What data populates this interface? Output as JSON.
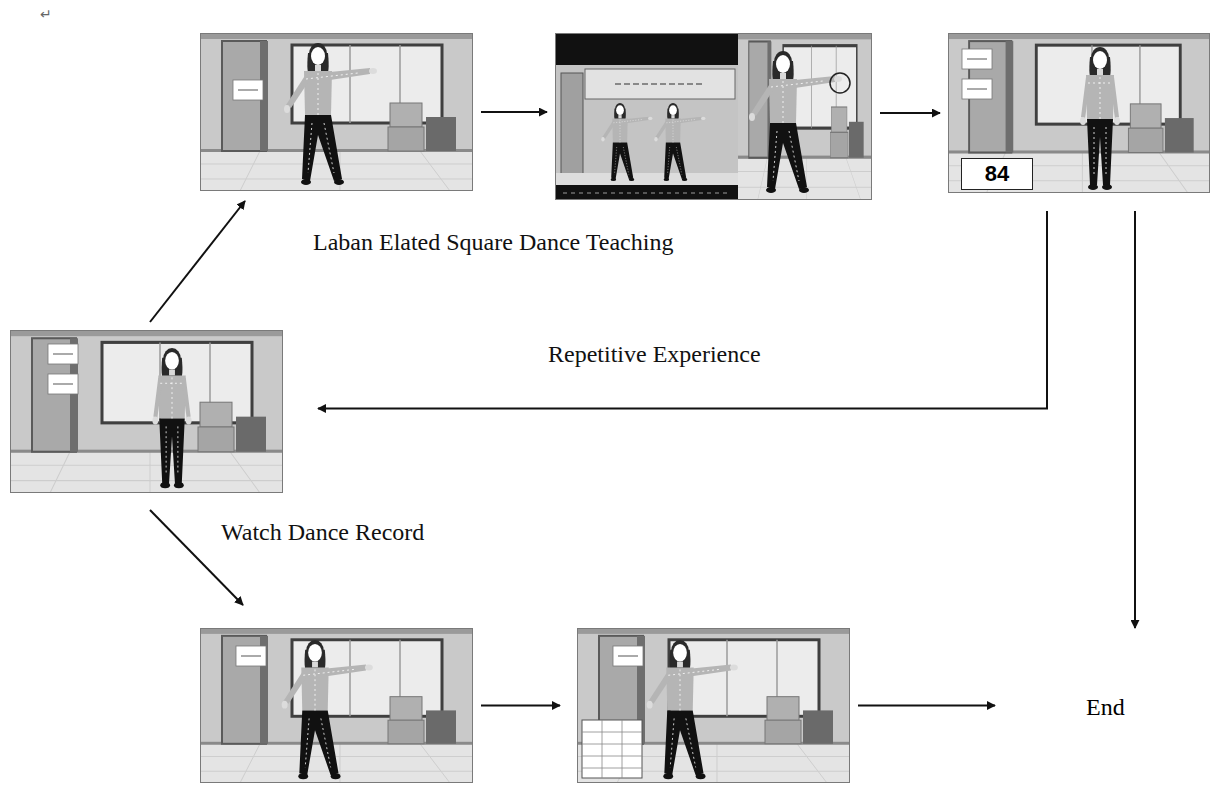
{
  "diagram": {
    "nodes": [
      {
        "text": []
      },
      {
        "text": []
      },
      {
        "text": []
      },
      {
        "text": [
          "84"
        ]
      },
      {
        "text": []
      },
      {
        "text": []
      },
      {
        "text": [
          "End"
        ]
      }
    ],
    "edges": [
      {
        "from": 0,
        "to": 1,
        "arrow": "to"
      },
      {
        "from": 1,
        "to": 2,
        "arrow": "to"
      },
      {
        "from": 2,
        "to": 3,
        "arrow": "to"
      },
      {
        "from": 3,
        "to": 0,
        "label": "Repetitive Experience",
        "arrow": "to"
      },
      {
        "from": 3,
        "to": 6,
        "arrow": "to"
      },
      {
        "from": 0,
        "to": 4,
        "label": "Watch Dance Record",
        "arrow": "to"
      },
      {
        "from": 4,
        "to": 5,
        "arrow": "to"
      },
      {
        "from": 5,
        "to": 6,
        "arrow": "to"
      }
    ],
    "labels": [
      "↵",
      "Laban Elated Square Dance Teaching"
    ]
  }
}
